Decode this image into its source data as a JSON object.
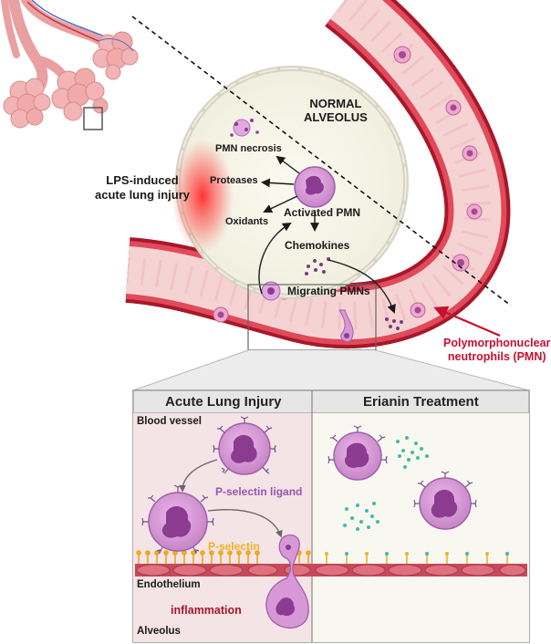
{
  "top": {
    "normal_alveolus": [
      "NORMAL",
      "ALVEOLUS"
    ],
    "lps_injury": [
      "LPS-induced",
      "acute lung injury"
    ],
    "pmn_necrosis": "PMN necrosis",
    "proteases": "Proteases",
    "oxidants": "Oxidants",
    "activated_pmn": "Activated PMN",
    "chemokines": "Chemokines",
    "migrating_pmns": "Migrating PMNs",
    "pmn_callout": [
      "Polymorphonuclear",
      "neutrophils (PMN)"
    ]
  },
  "panel": {
    "left_title": "Acute Lung Injury",
    "right_title": "Erianin Treatment",
    "blood_vessel": "Blood vessel",
    "p_selectin_ligand": "P-selectin ligand",
    "p_selectin": "P-selectin",
    "endothelium": "Endothelium",
    "inflammation": "inflammation",
    "alveolus": "Alveolus"
  },
  "colors": {
    "vessel_wall": "#a8172a",
    "vessel_lumen": "#f6d3d3",
    "pmn_fill": "#d898d8",
    "pmn_nucleus": "#9a4c9c",
    "injury_red": "#e0262b",
    "p_selectin_label": "#f0b020",
    "ligand_label": "#9a55b0",
    "inflammation_label": "#a8172a",
    "callout_red": "#c8102e",
    "panel_left_bg": "#f4e4e6",
    "panel_right_bg": "#f8f8f0",
    "dots_teal": "#44b8b0"
  }
}
